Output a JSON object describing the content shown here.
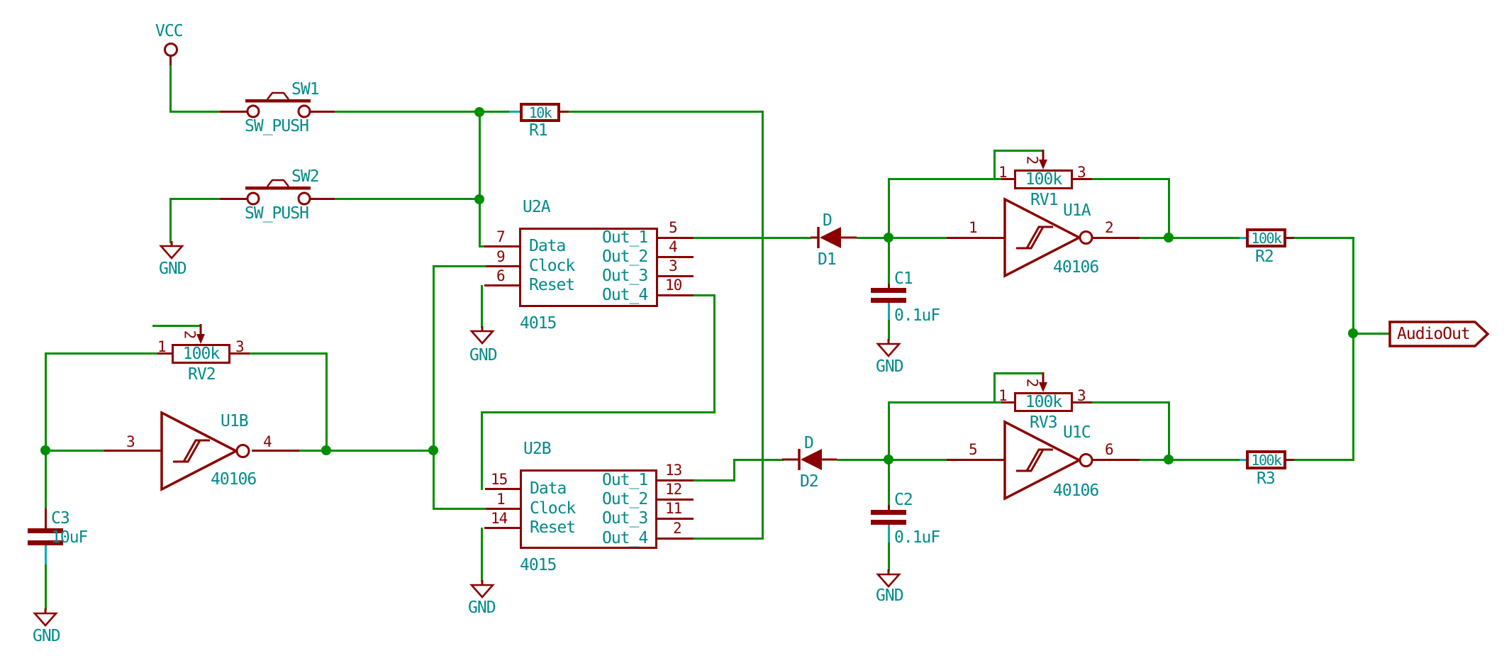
{
  "power": {
    "vcc": "VCC",
    "gnd": "GND"
  },
  "sw1": {
    "ref": "SW1",
    "value": "SW_PUSH"
  },
  "sw2": {
    "ref": "SW2",
    "value": "SW_PUSH"
  },
  "r1": {
    "ref": "R1",
    "value": "10k"
  },
  "r2": {
    "ref": "R2",
    "value": "100k"
  },
  "r3": {
    "ref": "R3",
    "value": "100k"
  },
  "rv1": {
    "ref": "RV1",
    "value": "100k",
    "p1": "1",
    "p2": "2",
    "p3": "3"
  },
  "rv2": {
    "ref": "RV2",
    "value": "100k",
    "p1": "1",
    "p2": "2",
    "p3": "3"
  },
  "rv3": {
    "ref": "RV3",
    "value": "100k",
    "p1": "1",
    "p2": "2",
    "p3": "3"
  },
  "c1": {
    "ref": "C1",
    "value": "0.1uF"
  },
  "c2": {
    "ref": "C2",
    "value": "0.1uF"
  },
  "c3": {
    "ref": "C3",
    "value": "10uF"
  },
  "d1": {
    "ref": "D1",
    "name": "D"
  },
  "d2": {
    "ref": "D2",
    "name": "D"
  },
  "u1a": {
    "ref": "U1A",
    "value": "40106",
    "pin_in": "1",
    "pin_out": "2"
  },
  "u1b": {
    "ref": "U1B",
    "value": "40106",
    "pin_in": "3",
    "pin_out": "4"
  },
  "u1c": {
    "ref": "U1C",
    "value": "40106",
    "pin_in": "5",
    "pin_out": "6"
  },
  "u2a": {
    "ref": "U2A",
    "value": "4015",
    "names": {
      "data": "Data",
      "clock": "Clock",
      "reset": "Reset",
      "out1": "Out_1",
      "out2": "Out_2",
      "out3": "Out_3",
      "out4": "Out_4"
    },
    "pins": {
      "data": "7",
      "clock": "9",
      "reset": "6",
      "out1": "5",
      "out2": "4",
      "out3": "3",
      "out4": "10"
    }
  },
  "u2b": {
    "ref": "U2B",
    "value": "4015",
    "names": {
      "data": "Data",
      "clock": "Clock",
      "reset": "Reset",
      "out1": "Out_1",
      "out2": "Out_2",
      "out3": "Out_3",
      "out4": "Out_4"
    },
    "pins": {
      "data": "15",
      "clock": "1",
      "reset": "14",
      "out1": "13",
      "out2": "12",
      "out3": "11",
      "out4": "2"
    }
  },
  "output_label": "AudioOut",
  "colors": {
    "wire": "#008E00",
    "symbol": "#8A0000",
    "text": "#008A8A",
    "lead_stub": "#00AFAF"
  }
}
